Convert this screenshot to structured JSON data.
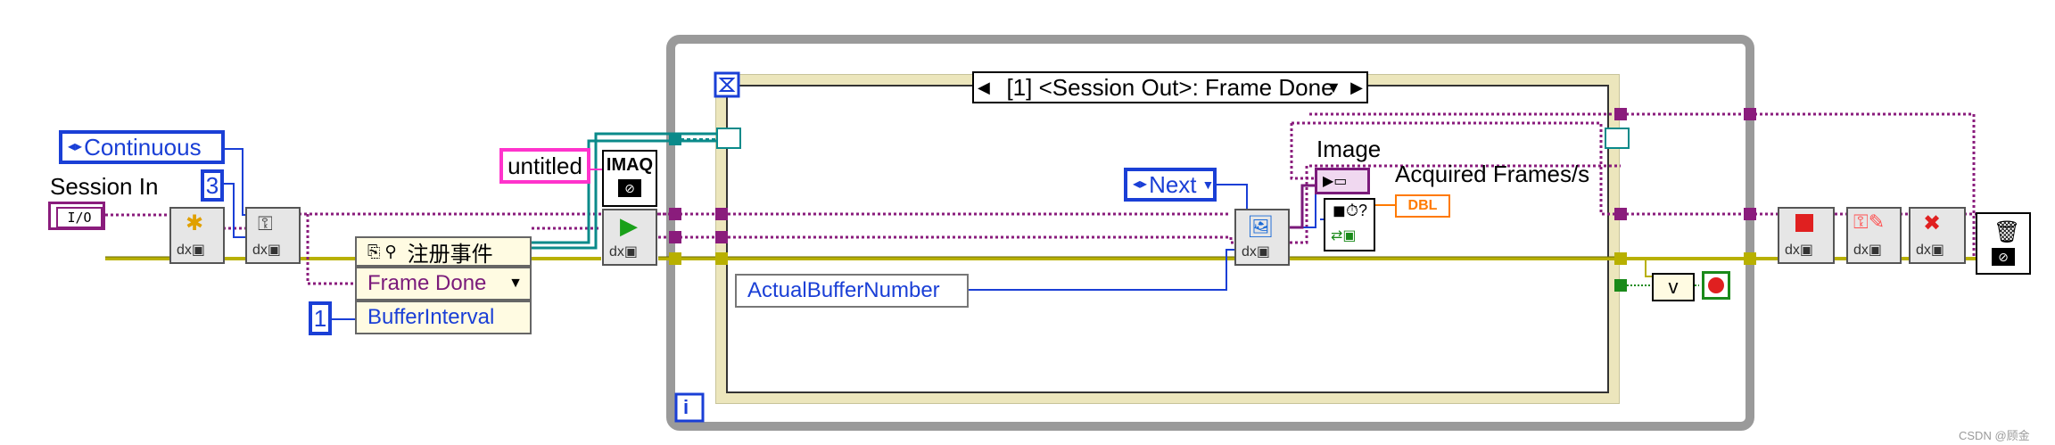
{
  "session_in_label": "Session In",
  "session_in_terminal": "I/O",
  "acquisition_mode": "Continuous",
  "buffer_count": "3",
  "register_events_title": "注册事件",
  "event_name": "Frame Done",
  "buffer_interval_value": "1",
  "buffer_interval_label": "BufferInterval",
  "image_name_constant": "untitled",
  "imaq_label": "IMAQ",
  "case_selector": "[1] <Session Out>: Frame Done",
  "next_mode": "Next",
  "actual_buffer_number": "ActualBufferNumber",
  "image_label": "Image",
  "fps_label": "Acquired Frames/s",
  "fps_type": "DBL",
  "loop_iteration": "i",
  "or_symbol": "v",
  "watermark": "CSDN @顾金",
  "colors": {
    "wire_refnum": "#8a1c7c",
    "wire_error": "#b8b000",
    "wire_numeric": "#1a3fd6",
    "wire_event": "#0a8a8a",
    "wire_image": "#7a1a7a",
    "while_loop_border": "#9a9a9a",
    "event_struct_border": "#e9e2b4",
    "stop_red": "#e02020"
  }
}
